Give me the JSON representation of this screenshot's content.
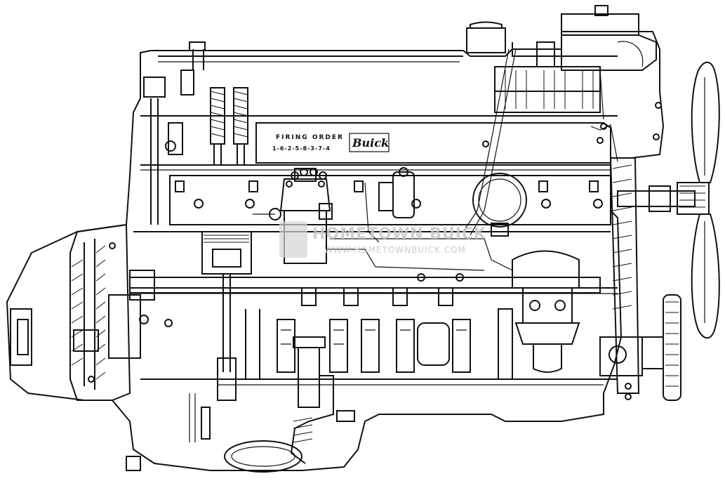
{
  "diagram": {
    "valve_cover_plate": {
      "line1": "FIRING   ORDER",
      "line2": "1-6-2-5-8-3-7-4",
      "script_logo": "Buick"
    },
    "watermark": {
      "line1": "HOMETOWN BUICK",
      "line2": "WWW.HOMETOWNBUICK.COM"
    }
  }
}
